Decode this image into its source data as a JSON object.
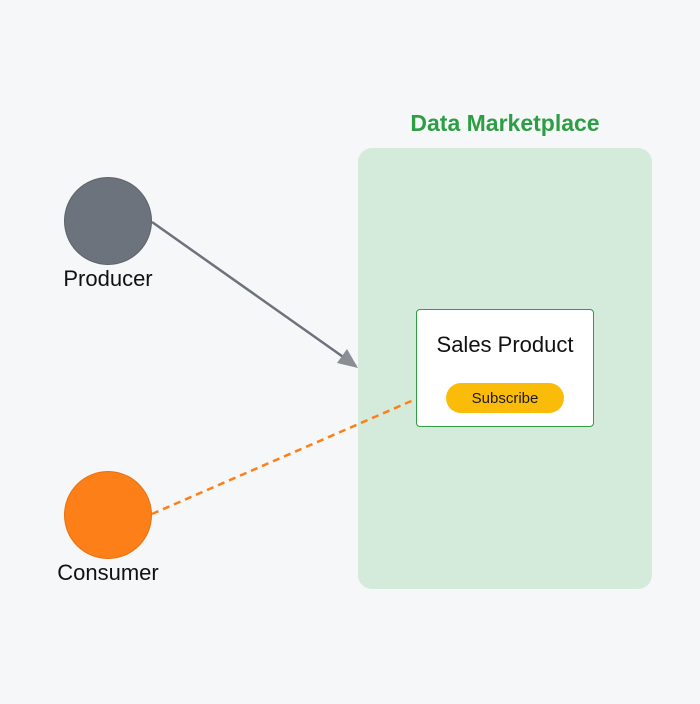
{
  "marketplace": {
    "title": "Data Marketplace"
  },
  "producer": {
    "label": "Producer"
  },
  "consumer": {
    "label": "Consumer"
  },
  "product": {
    "name": "Sales Product",
    "subscribe_label": "Subscribe"
  },
  "colors": {
    "accent": "#2e9e44",
    "marketplace_bg": "#d4eada",
    "producer": "#6c737c",
    "consumer": "#fd7f18",
    "button": "#fbbb09"
  }
}
